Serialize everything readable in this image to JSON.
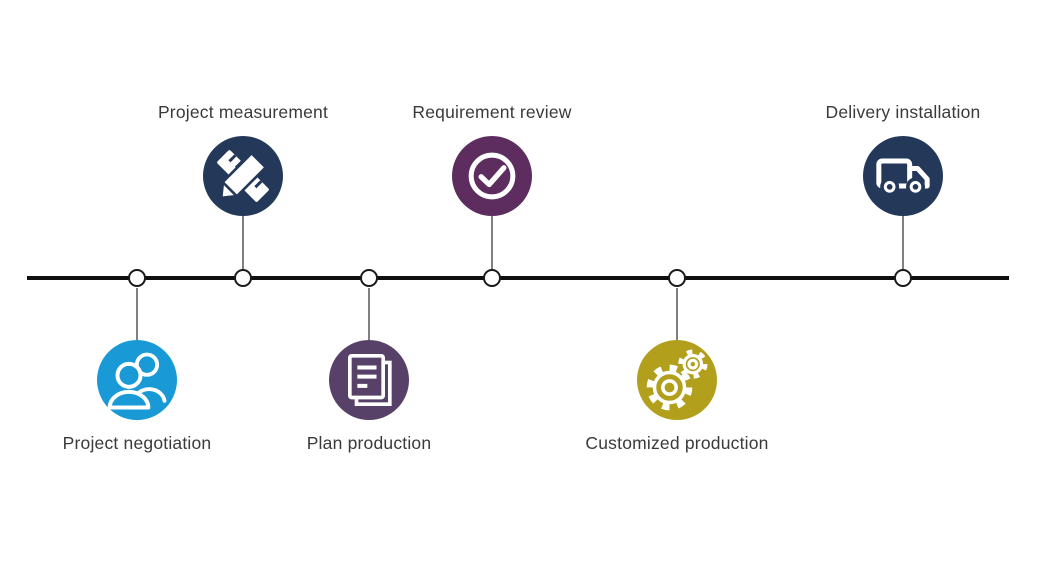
{
  "diagram": {
    "type": "process-timeline",
    "background": "#ffffff",
    "axis_color": "#101010",
    "node_fill": "#ffffff",
    "node_border": "#1a1a1a",
    "connector_color": "#808080",
    "label_color": "#3a3a3a",
    "icon_color": "#ffffff"
  },
  "steps": [
    {
      "label": "Project negotiation",
      "side": "below",
      "icon": "people-icon",
      "color": "#199ad6"
    },
    {
      "label": "Project measurement",
      "side": "above",
      "icon": "ruler-pencil-icon",
      "color": "#24395a"
    },
    {
      "label": "Plan production",
      "side": "below",
      "icon": "document-icon",
      "color": "#574168"
    },
    {
      "label": "Requirement review",
      "side": "above",
      "icon": "check-circle-icon",
      "color": "#5e2d60"
    },
    {
      "label": "Customized production",
      "side": "below",
      "icon": "gears-icon",
      "color": "#b2a01d"
    },
    {
      "label": "Delivery installation",
      "side": "above",
      "icon": "truck-icon",
      "color": "#24395a"
    }
  ]
}
